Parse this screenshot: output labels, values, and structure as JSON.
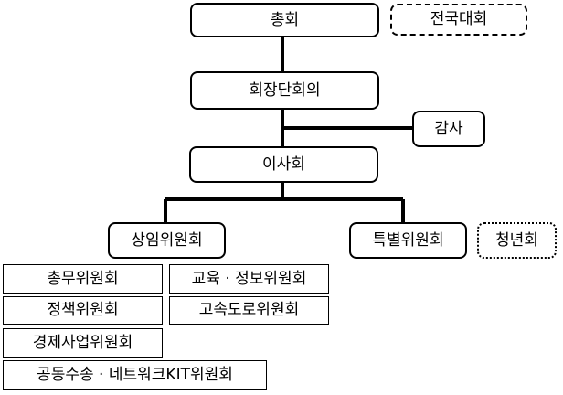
{
  "nodes": {
    "general_assembly": "총회",
    "national_convention": "전국대회",
    "presidents_council": "회장단회의",
    "auditor": "감사",
    "board_of_directors": "이사회",
    "standing_committee": "상임위원회",
    "special_committee": "특별위원회",
    "youth_association": "청년회"
  },
  "committees": {
    "general_affairs": "총무위원회",
    "education_info": "교육 · 정보위원회",
    "policy": "정책위원회",
    "expressway": "고속도로위원회",
    "economic_business": "경제사업위원회",
    "joint_transport": "공동수송 · 네트워크KIT위원회"
  },
  "colors": {
    "line": "#000000",
    "background": "#ffffff"
  }
}
